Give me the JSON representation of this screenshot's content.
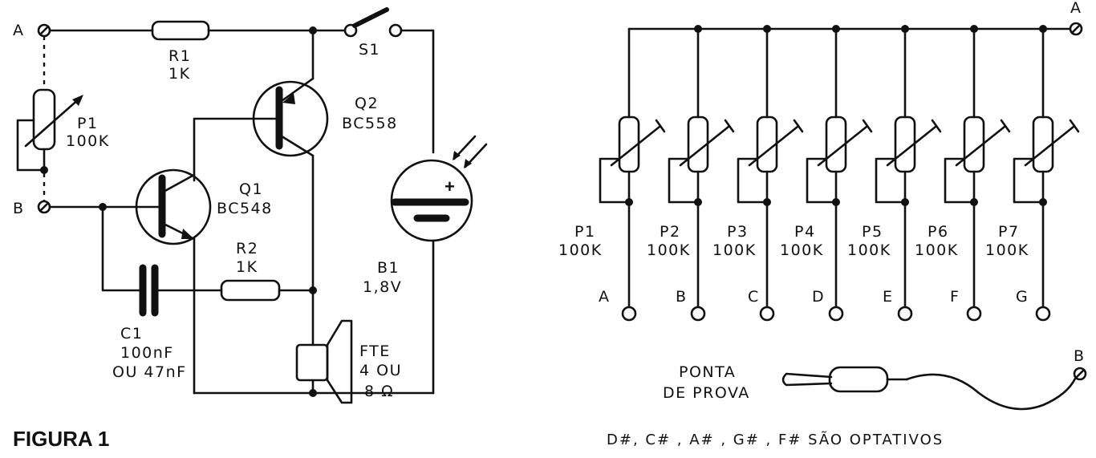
{
  "schematic": {
    "terminals": {
      "a": "A",
      "b": "B"
    },
    "r1": {
      "ref": "R1",
      "value": "1K"
    },
    "r2": {
      "ref": "R2",
      "value": "1K"
    },
    "p1": {
      "ref": "P1",
      "value": "100K"
    },
    "q1": {
      "ref": "Q1",
      "part": "BC548"
    },
    "q2": {
      "ref": "Q2",
      "part": "BC558"
    },
    "s1": {
      "ref": "S1"
    },
    "b1": {
      "ref": "B1",
      "value": "1,8V",
      "plus": "+"
    },
    "c1": {
      "ref": "C1",
      "value1": "100nF",
      "value2": "OU 47nF"
    },
    "speaker": {
      "ref": "FTE",
      "value1": "4 OU",
      "value2": "8 Ω"
    },
    "figure_label": "FIGURA 1"
  },
  "keyboard": {
    "terminal_a": "A",
    "terminal_b": "B",
    "pots": [
      {
        "ref": "P1",
        "value": "100K",
        "key": "A"
      },
      {
        "ref": "P2",
        "value": "100K",
        "key": "B"
      },
      {
        "ref": "P3",
        "value": "100K",
        "key": "C"
      },
      {
        "ref": "P4",
        "value": "100K",
        "key": "D"
      },
      {
        "ref": "P5",
        "value": "100K",
        "key": "E"
      },
      {
        "ref": "P6",
        "value": "100K",
        "key": "F"
      },
      {
        "ref": "P7",
        "value": "100K",
        "key": "G"
      }
    ],
    "probe": {
      "line1": "PONTA",
      "line2": "DE PROVA"
    },
    "note": "D#, C# , A# , G# , F# SÃO OPTATIVOS"
  }
}
